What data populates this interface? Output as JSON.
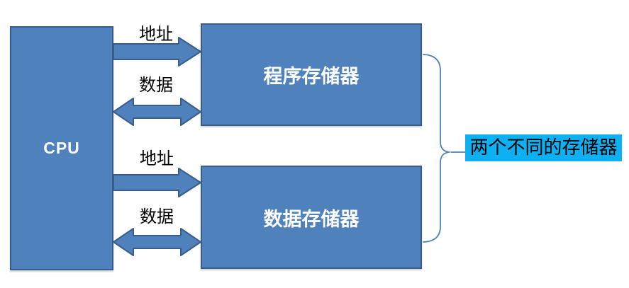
{
  "diagram": {
    "cpu": {
      "label": "CPU"
    },
    "program_memory": {
      "label": "程序存储器"
    },
    "data_memory": {
      "label": "数据存储器"
    },
    "buses": {
      "program_address": "地址",
      "program_data": "数据",
      "data_address": "地址",
      "data_data": "数据"
    },
    "annotation": {
      "label": "两个不同的存储器"
    },
    "colors": {
      "block_fill": "#4F81BD",
      "block_border": "#385D8A",
      "arrow_fill": "#4F81BD",
      "arrow_border": "#385D8A",
      "brace_stroke": "#4F81BD",
      "annotation_bg": "#0DB0F0",
      "annotation_text": "#000000",
      "bus_label_text": "#000000",
      "block_label_text": "#FFFFFF"
    }
  }
}
